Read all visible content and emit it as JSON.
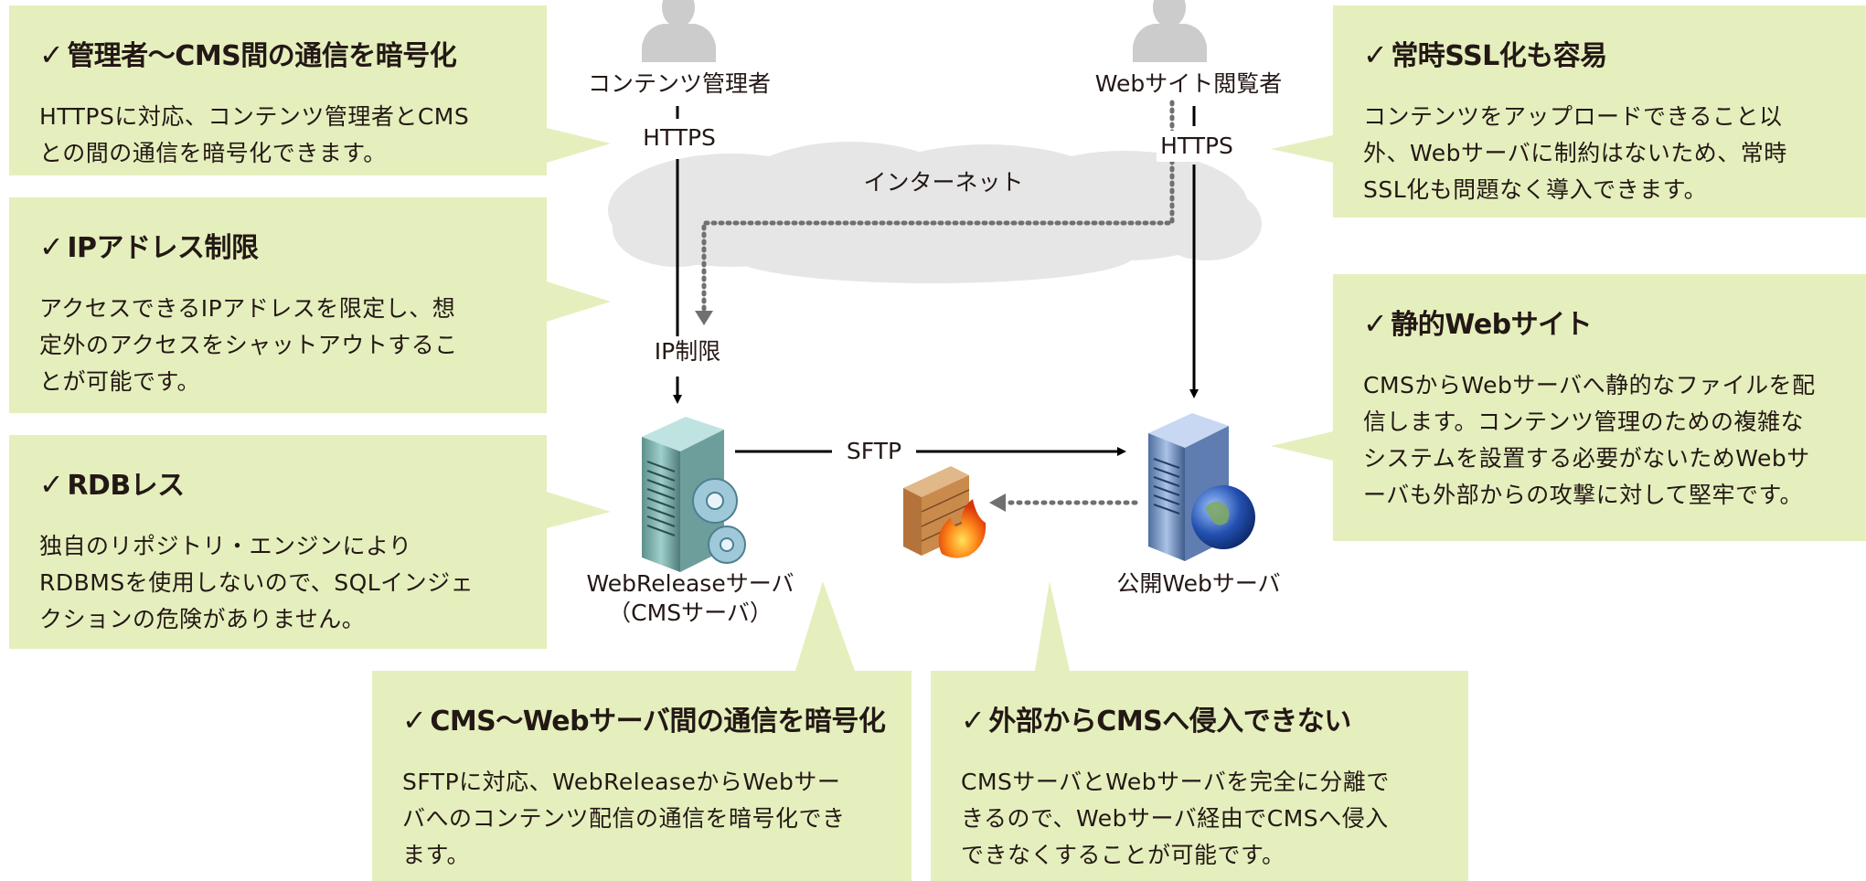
{
  "features": {
    "admin_cms": {
      "title": "管理者〜CMS間の通信を暗号化",
      "lines": [
        "HTTPSに対応、コンテンツ管理者とCMS",
        "との間の通信を暗号化できます。"
      ]
    },
    "ip_restriction": {
      "title": "IPアドレス制限",
      "lines": [
        "アクセスできるIPアドレスを限定し、想",
        "定外のアクセスをシャットアウトするこ",
        "とが可能です。"
      ]
    },
    "rdb_less": {
      "title": "RDBレス",
      "lines": [
        "独自のリポジトリ・エンジンにより",
        "RDBMSを使用しないので、SQLインジェ",
        "クションの危険がありません。"
      ]
    },
    "always_ssl": {
      "title": "常時SSL化も容易",
      "lines": [
        "コンテンツをアップロードできること以",
        "外、Webサーバに制約はないため、常時",
        "SSL化も問題なく導入できます。"
      ]
    },
    "static_web": {
      "title": "静的Webサイト",
      "lines": [
        "CMSからWebサーバへ静的なファイルを配",
        "信します。コンテンツ管理のための複雑な",
        "システムを設置する必要がないためWebサ",
        "ーバも外部からの攻撃に対して堅牢です。"
      ]
    },
    "cms_web": {
      "title": "CMS〜Webサーバ間の通信を暗号化",
      "lines": [
        "SFTPに対応、WebReleaseからWebサー",
        "バへのコンテンツ配信の通信を暗号化でき",
        "ます。"
      ]
    },
    "no_intrusion": {
      "title": "外部からCMSへ侵入できない",
      "lines": [
        "CMSサーバとWebサーバを完全に分離で",
        "きるので、Webサーバ経由でCMSへ侵入",
        "できなくすることが可能です。"
      ]
    }
  },
  "check_mark": "✓",
  "diagram": {
    "content_admin": "コンテンツ管理者",
    "site_visitor": "Webサイト閲覧者",
    "https_left": "HTTPS",
    "https_right": "HTTPS",
    "internet": "インターネット",
    "ip_limit": "IP制限",
    "sftp": "SFTP",
    "cms_server_line1": "WebReleaseサーバ",
    "cms_server_line2": "（CMSサーバ）",
    "public_web_server": "公開Webサーバ"
  },
  "colors": {
    "box_fill": "#e5efbd",
    "cloud_fill": "#e6e6e6",
    "person_fill": "#cccccc",
    "arrow": "#000000",
    "dotted_arrow": "#707070"
  },
  "icons": [
    "person-icon",
    "cms-server-icon",
    "web-server-icon",
    "firewall-icon",
    "globe-icon",
    "gear-icon"
  ]
}
